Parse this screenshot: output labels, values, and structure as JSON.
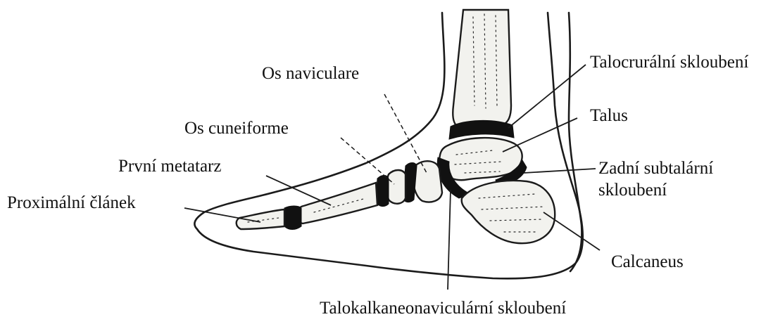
{
  "labels": {
    "talocrural": "Talocrurální skloubení",
    "talus": "Talus",
    "subtalar_line1": "Zadní subtalární",
    "subtalar_line2": "skloubení",
    "calcaneus": "Calcaneus",
    "talocalcaneonavicular": "Talokalkaneonaviculární skloubení",
    "navicular": "Os naviculare",
    "cuneiform": "Os cuneiforme",
    "first_metatarsal": "První metatarz",
    "proximal_phalanx": "Proximální článek"
  }
}
